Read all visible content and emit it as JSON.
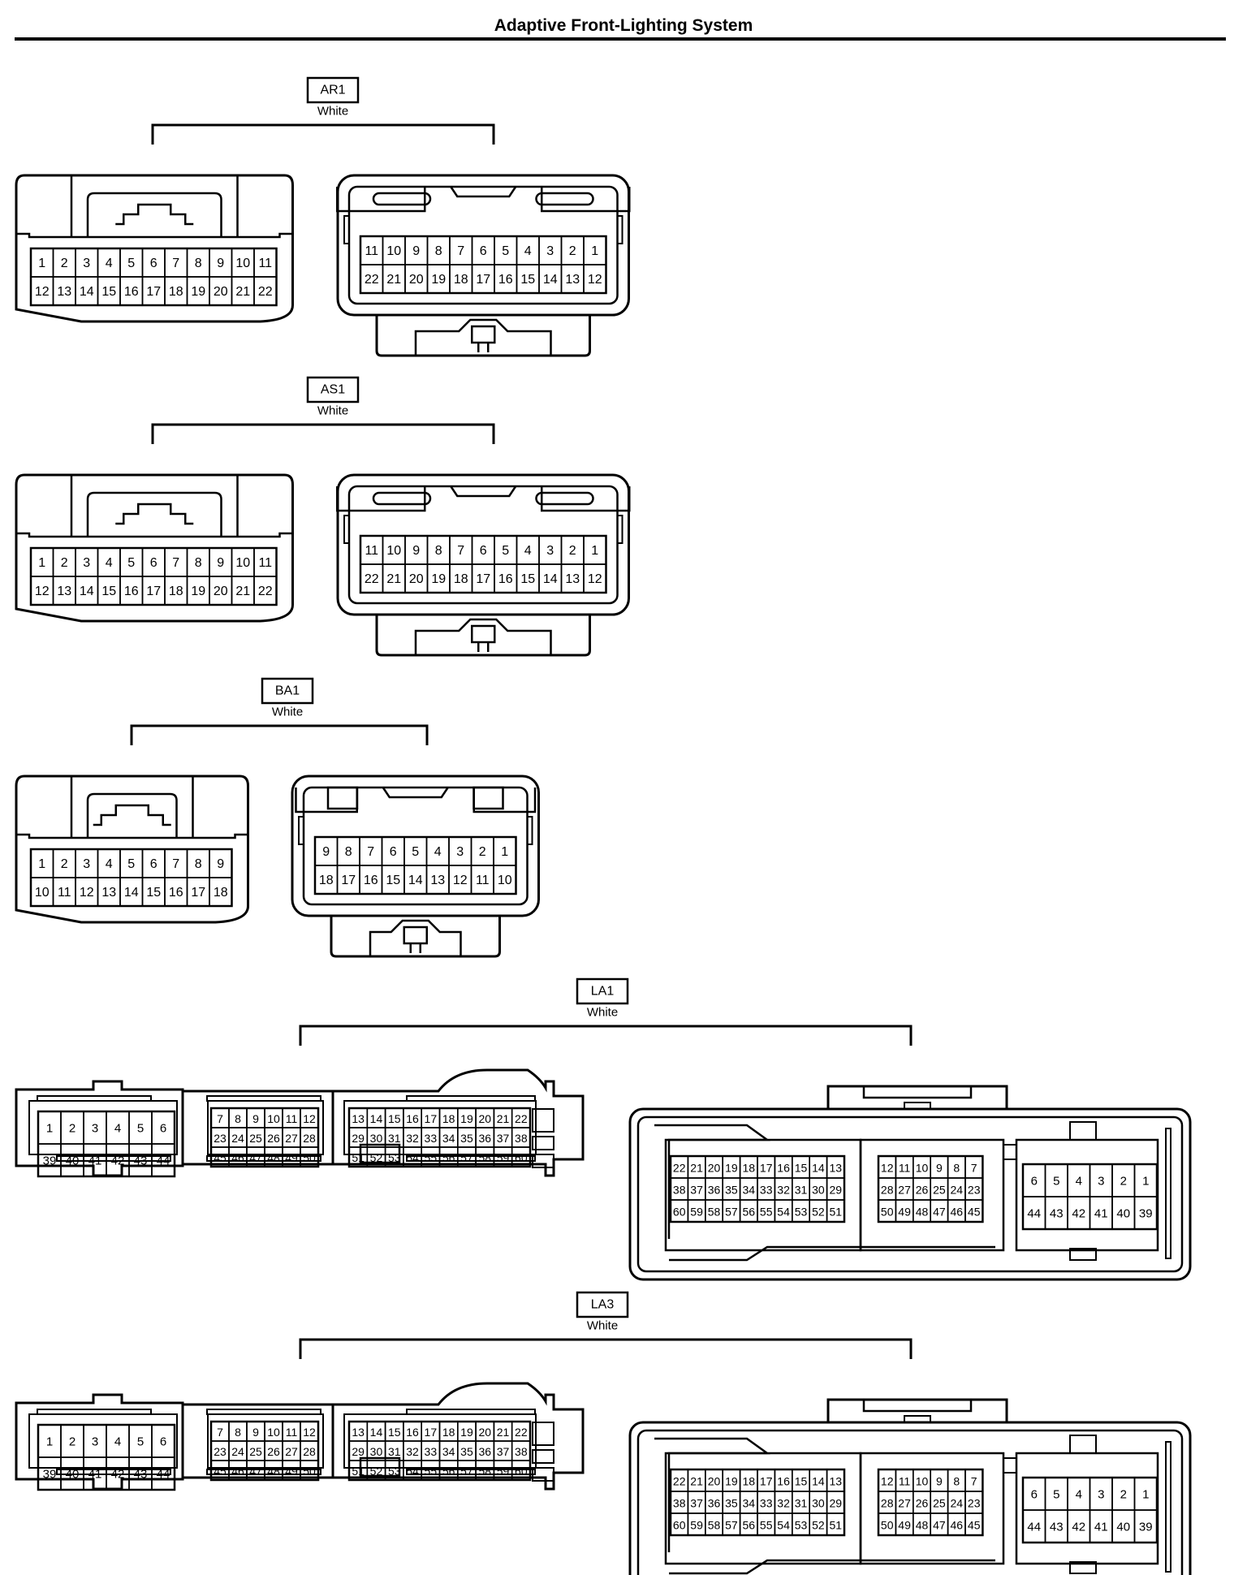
{
  "title": "Adaptive Front-Lighting System",
  "connectors": [
    {
      "id": "AR1",
      "color": "White",
      "type": "22pin",
      "male": [
        [
          "1",
          "2",
          "3",
          "4",
          "5",
          "6",
          "7",
          "8",
          "9",
          "10",
          "11"
        ],
        [
          "12",
          "13",
          "14",
          "15",
          "16",
          "17",
          "18",
          "19",
          "20",
          "21",
          "22"
        ]
      ],
      "female": [
        [
          "11",
          "10",
          "9",
          "8",
          "7",
          "6",
          "5",
          "4",
          "3",
          "2",
          "1"
        ],
        [
          "22",
          "21",
          "20",
          "19",
          "18",
          "17",
          "16",
          "15",
          "14",
          "13",
          "12"
        ]
      ]
    },
    {
      "id": "AS1",
      "color": "White",
      "type": "22pin",
      "male": [
        [
          "1",
          "2",
          "3",
          "4",
          "5",
          "6",
          "7",
          "8",
          "9",
          "10",
          "11"
        ],
        [
          "12",
          "13",
          "14",
          "15",
          "16",
          "17",
          "18",
          "19",
          "20",
          "21",
          "22"
        ]
      ],
      "female": [
        [
          "11",
          "10",
          "9",
          "8",
          "7",
          "6",
          "5",
          "4",
          "3",
          "2",
          "1"
        ],
        [
          "22",
          "21",
          "20",
          "19",
          "18",
          "17",
          "16",
          "15",
          "14",
          "13",
          "12"
        ]
      ]
    },
    {
      "id": "BA1",
      "color": "White",
      "type": "18pin",
      "male": [
        [
          "1",
          "2",
          "3",
          "4",
          "5",
          "6",
          "7",
          "8",
          "9"
        ],
        [
          "10",
          "11",
          "12",
          "13",
          "14",
          "15",
          "16",
          "17",
          "18"
        ]
      ],
      "female": [
        [
          "9",
          "8",
          "7",
          "6",
          "5",
          "4",
          "3",
          "2",
          "1"
        ],
        [
          "18",
          "17",
          "16",
          "15",
          "14",
          "13",
          "12",
          "11",
          "10"
        ]
      ]
    },
    {
      "id": "LA1",
      "color": "White",
      "type": "60pin",
      "male_blocks": [
        [
          [
            "1",
            "2",
            "3",
            "4",
            "5",
            "6"
          ],
          [
            "39",
            "40",
            "41",
            "42",
            "43",
            "44"
          ]
        ],
        [
          [
            "7",
            "8",
            "9",
            "10",
            "11",
            "12"
          ],
          [
            "23",
            "24",
            "25",
            "26",
            "27",
            "28"
          ],
          [
            "45",
            "46",
            "47",
            "48",
            "49",
            "50"
          ]
        ],
        [
          [
            "13",
            "14",
            "15",
            "16",
            "17",
            "18",
            "19",
            "20",
            "21",
            "22"
          ],
          [
            "29",
            "30",
            "31",
            "32",
            "33",
            "34",
            "35",
            "36",
            "37",
            "38"
          ],
          [
            "51",
            "52",
            "53",
            "54",
            "55",
            "56",
            "57",
            "58",
            "59",
            "60"
          ]
        ]
      ],
      "female_blocks": [
        [
          [
            "22",
            "21",
            "20",
            "19",
            "18",
            "17",
            "16",
            "15",
            "14",
            "13"
          ],
          [
            "38",
            "37",
            "36",
            "35",
            "34",
            "33",
            "32",
            "31",
            "30",
            "29"
          ],
          [
            "60",
            "59",
            "58",
            "57",
            "56",
            "55",
            "54",
            "53",
            "52",
            "51"
          ]
        ],
        [
          [
            "12",
            "11",
            "10",
            "9",
            "8",
            "7"
          ],
          [
            "28",
            "27",
            "26",
            "25",
            "24",
            "23"
          ],
          [
            "50",
            "49",
            "48",
            "47",
            "46",
            "45"
          ]
        ],
        [
          [
            "6",
            "5",
            "4",
            "3",
            "2",
            "1"
          ],
          [
            "44",
            "43",
            "42",
            "41",
            "40",
            "39"
          ]
        ]
      ]
    },
    {
      "id": "LA3",
      "color": "White",
      "type": "60pin",
      "male_blocks": [
        [
          [
            "1",
            "2",
            "3",
            "4",
            "5",
            "6"
          ],
          [
            "39",
            "40",
            "41",
            "42",
            "43",
            "44"
          ]
        ],
        [
          [
            "7",
            "8",
            "9",
            "10",
            "11",
            "12"
          ],
          [
            "23",
            "24",
            "25",
            "26",
            "27",
            "28"
          ],
          [
            "45",
            "46",
            "47",
            "48",
            "49",
            "50"
          ]
        ],
        [
          [
            "13",
            "14",
            "15",
            "16",
            "17",
            "18",
            "19",
            "20",
            "21",
            "22"
          ],
          [
            "29",
            "30",
            "31",
            "32",
            "33",
            "34",
            "35",
            "36",
            "37",
            "38"
          ],
          [
            "51",
            "52",
            "53",
            "54",
            "55",
            "56",
            "57",
            "58",
            "59",
            "60"
          ]
        ]
      ],
      "female_blocks": [
        [
          [
            "22",
            "21",
            "20",
            "19",
            "18",
            "17",
            "16",
            "15",
            "14",
            "13"
          ],
          [
            "38",
            "37",
            "36",
            "35",
            "34",
            "33",
            "32",
            "31",
            "30",
            "29"
          ],
          [
            "60",
            "59",
            "58",
            "57",
            "56",
            "55",
            "54",
            "53",
            "52",
            "51"
          ]
        ],
        [
          [
            "12",
            "11",
            "10",
            "9",
            "8",
            "7"
          ],
          [
            "28",
            "27",
            "26",
            "25",
            "24",
            "23"
          ],
          [
            "50",
            "49",
            "48",
            "47",
            "46",
            "45"
          ]
        ],
        [
          [
            "6",
            "5",
            "4",
            "3",
            "2",
            "1"
          ],
          [
            "44",
            "43",
            "42",
            "41",
            "40",
            "39"
          ]
        ]
      ]
    }
  ]
}
